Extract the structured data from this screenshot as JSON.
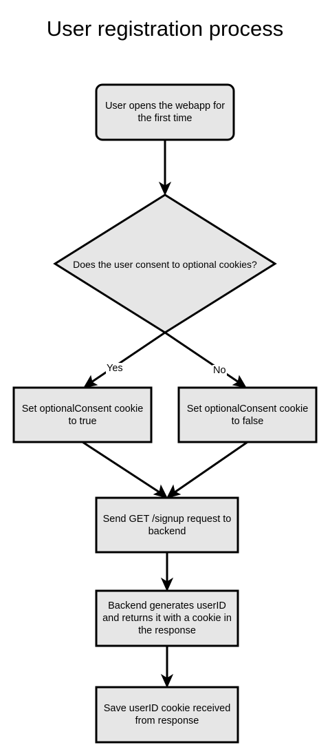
{
  "title": "User registration process",
  "nodes": {
    "start": "User opens the webapp for\nthe first time",
    "decision": "Does the user consent to optional cookies?",
    "set_true": "Set optionalConsent cookie\nto true",
    "set_false": "Set optionalConsent cookie\nto false",
    "send_signup": "Send GET /signup request to\nbackend",
    "backend_generates": "Backend generates userID\nand returns it with a cookie in\nthe response",
    "save_cookie": "Save userID cookie received\nfrom response"
  },
  "edges": {
    "yes_label": "Yes",
    "no_label": "No"
  },
  "colors": {
    "node_fill": "#e6e6e6",
    "stroke": "#000000"
  }
}
